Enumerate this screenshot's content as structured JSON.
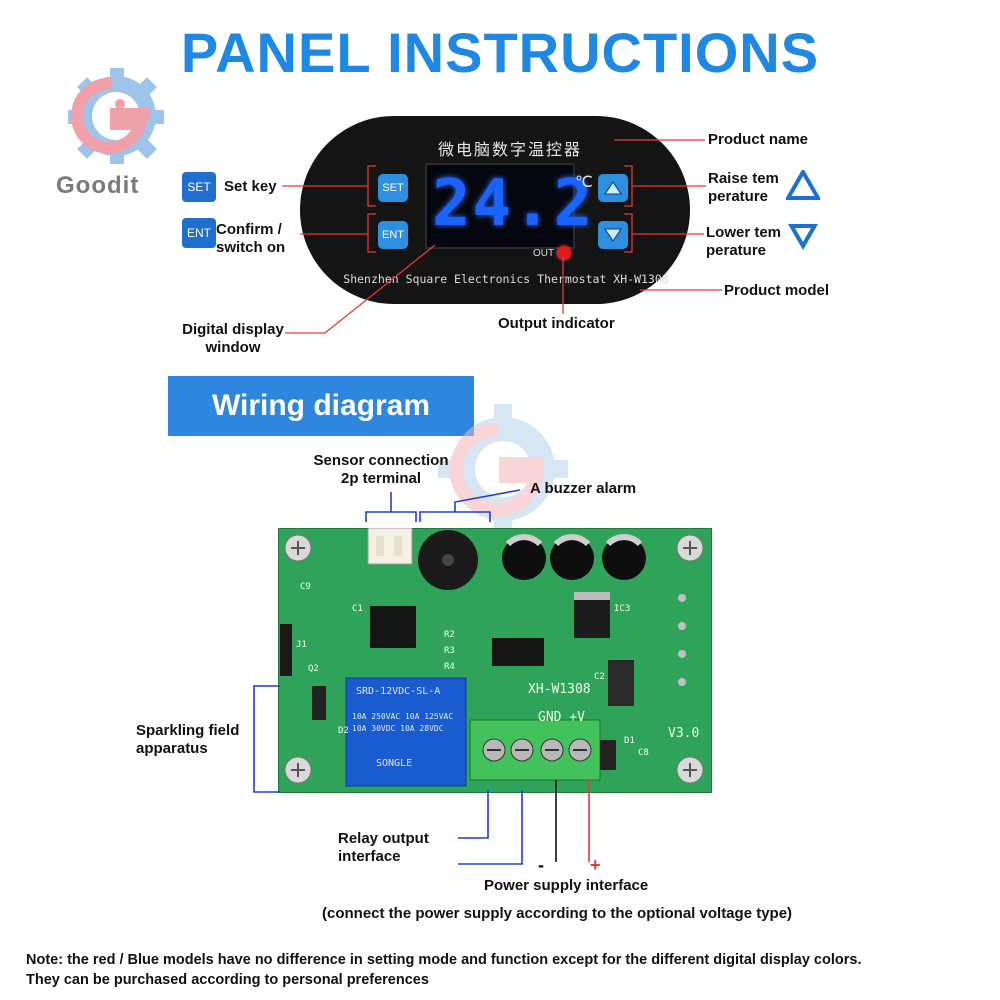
{
  "header": {
    "title": "PANEL INSTRUCTIONS"
  },
  "brand": {
    "name": "Goodit"
  },
  "panel": {
    "product_name_text": "微电脑数字温控器",
    "display_value": "24.2",
    "unit": "℃",
    "out_label": "OUT",
    "model_text": "Shenzhen Square Electronics Thermostat XH-W1308",
    "set_button": "SET",
    "ent_button": "ENT"
  },
  "labels": {
    "set_key": "Set key",
    "confirm": [
      "Confirm /",
      "switch on"
    ],
    "product_name": "Product name",
    "raise_temp": [
      "Raise tem",
      "perature"
    ],
    "lower_temp": [
      "Lower tem",
      "perature"
    ],
    "product_model": "Product model",
    "digital_display": [
      "Digital display",
      "window"
    ],
    "output_indicator": "Output indicator"
  },
  "wiring": {
    "banner": "Wiring diagram",
    "sensor": [
      "Sensor connection",
      "2p terminal"
    ],
    "buzzer": "A buzzer alarm",
    "sparkling": [
      "Sparkling field",
      "apparatus"
    ],
    "relay": [
      "Relay output",
      "interface"
    ],
    "minus": "-",
    "plus": "+",
    "power": "Power supply interface",
    "power_note": "(connect the power supply according to the optional voltage type)"
  },
  "board": {
    "model": "XH-W1308",
    "version": "V3.0",
    "gnd": "GND +V",
    "relay_model": "SRD-12VDC-SL-A",
    "relay_spec1": "10A 250VAC 10A 125VAC",
    "relay_spec2": "10A 30VDC 10A 28VDC",
    "relay_brand": "SONGLE",
    "c9": "C9",
    "c1": "C1",
    "c2": "C2",
    "c8": "C8",
    "r2": "R2",
    "r3": "R3",
    "r4": "R4",
    "q2": "Q2",
    "d1": "D1",
    "d2": "D2",
    "ic3": "IC3",
    "j1": "J1"
  },
  "note": {
    "line1": "Note: the red / Blue models have no difference in setting mode and function except for the different digital display colors.",
    "line2": "They can be purchased according to personal preferences"
  },
  "colors": {
    "accent": "#1e88e5",
    "leader": "#e53935",
    "wire_blue": "#1f3fd0",
    "pcb": "#2fa35a"
  }
}
